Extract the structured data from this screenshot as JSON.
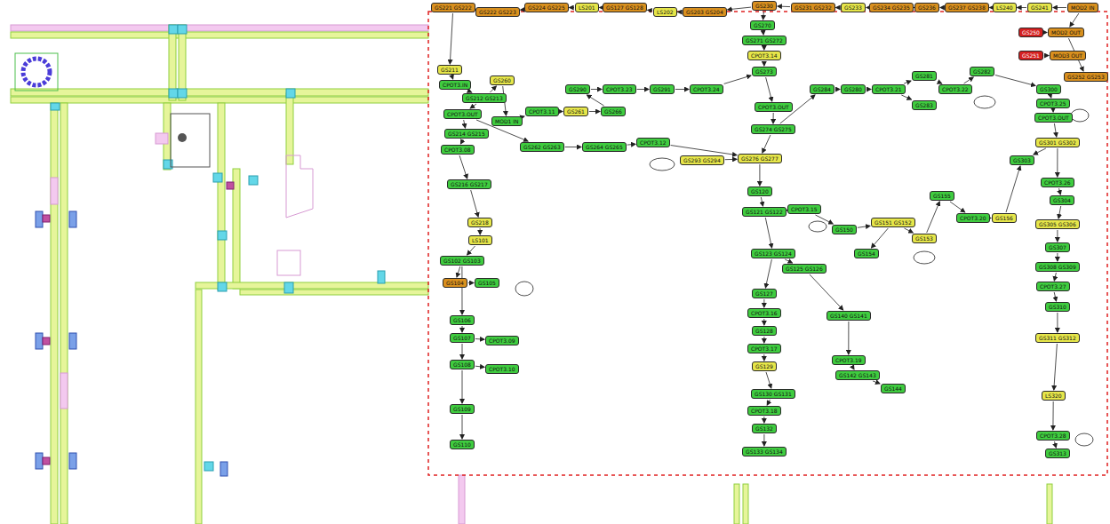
{
  "diagram": {
    "nodes": [
      {
        "text": [
          "GS221 GS222"
        ]
      },
      {
        "text": [
          "GS222 GS223"
        ]
      },
      {
        "text": [
          "GS224 GS225"
        ]
      },
      {
        "text": [
          "LS201"
        ]
      },
      {
        "text": [
          "GS127 GS128"
        ]
      },
      {
        "text": [
          "LS202"
        ]
      },
      {
        "text": [
          "GS203 GS204"
        ]
      },
      {
        "text": [
          "GS230"
        ]
      },
      {
        "text": [
          "GS231 GS232"
        ]
      },
      {
        "text": [
          "GS233"
        ]
      },
      {
        "text": [
          "GS234 GS235"
        ]
      },
      {
        "text": [
          "GS236"
        ]
      },
      {
        "text": [
          "GS237 GS238"
        ]
      },
      {
        "text": [
          "LS240"
        ]
      },
      {
        "text": [
          "GS241"
        ]
      },
      {
        "text": [
          "MOD2 IN"
        ]
      },
      {
        "text": [
          "GS250"
        ]
      },
      {
        "text": [
          "MOD2 OUT"
        ]
      },
      {
        "text": [
          "GS251"
        ]
      },
      {
        "text": [
          "MOD3 OUT"
        ]
      },
      {
        "text": [
          "GS252 GS253"
        ]
      },
      {
        "text": [
          "GS211"
        ]
      },
      {
        "text": [
          "CPOT3.IN"
        ]
      },
      {
        "text": [
          "GS212 GS213"
        ]
      },
      {
        "text": [
          "CPOT3.OUT"
        ]
      },
      {
        "text": [
          "GS214 GS215"
        ]
      },
      {
        "text": [
          "CPOT3.08"
        ]
      },
      {
        "text": [
          "GS216 GS217"
        ]
      },
      {
        "text": [
          "GS218"
        ]
      },
      {
        "text": [
          "LS101"
        ]
      },
      {
        "text": [
          "GS102 GS103"
        ]
      },
      {
        "text": [
          "GS104"
        ]
      },
      {
        "text": [
          "GS105"
        ]
      },
      {
        "text": [
          "GS106"
        ]
      },
      {
        "text": [
          "GS107"
        ]
      },
      {
        "text": [
          "CPOT3.09"
        ]
      },
      {
        "text": [
          "GS108"
        ]
      },
      {
        "text": [
          "CPOT3.10"
        ]
      },
      {
        "text": [
          "GS109"
        ]
      },
      {
        "text": [
          "GS110"
        ]
      },
      {
        "text": [
          "GS260"
        ]
      },
      {
        "text": [
          "MOD1 IN"
        ]
      },
      {
        "text": [
          "CPOT3.11"
        ]
      },
      {
        "text": [
          "GS261"
        ]
      },
      {
        "text": [
          "GS262 GS263"
        ]
      },
      {
        "text": [
          "GS264 GS265"
        ]
      },
      {
        "text": [
          "CPOT3.12"
        ]
      },
      {
        "text": [
          "GS266"
        ]
      },
      {
        "text": [
          "GS270"
        ]
      },
      {
        "text": [
          "GS271 GS272"
        ]
      },
      {
        "text": [
          "CPOT3.14"
        ]
      },
      {
        "text": [
          "GS273"
        ]
      },
      {
        "text": [
          "CPOT3.OUT"
        ]
      },
      {
        "text": [
          "GS274 GS275"
        ]
      },
      {
        "text": [
          "GS276 GS277"
        ]
      },
      {
        "text": [
          "GS120"
        ]
      },
      {
        "text": [
          "GS121 GS122"
        ]
      },
      {
        "text": [
          "CPOT3.15"
        ]
      },
      {
        "text": [
          "GS123 GS124"
        ]
      },
      {
        "text": [
          "GS125 GS126"
        ]
      },
      {
        "text": [
          "GS127"
        ]
      },
      {
        "text": [
          "CPOT3.16"
        ]
      },
      {
        "text": [
          "GS128"
        ]
      },
      {
        "text": [
          "CPOT3.17"
        ]
      },
      {
        "text": [
          "GS129"
        ]
      },
      {
        "text": [
          "GS130 GS131"
        ]
      },
      {
        "text": [
          "CPOT3.18"
        ]
      },
      {
        "text": [
          "GS132"
        ]
      },
      {
        "text": [
          "GS133 GS134"
        ]
      },
      {
        "text": [
          "GS140 GS141"
        ]
      },
      {
        "text": [
          "CPOT3.19"
        ]
      },
      {
        "text": [
          "GS142 GS143"
        ]
      },
      {
        "text": [
          "GS144"
        ]
      },
      {
        "text": [
          "GS150"
        ]
      },
      {
        "text": [
          "GS151 GS152"
        ]
      },
      {
        "text": [
          "GS153"
        ]
      },
      {
        "text": [
          "GS154"
        ]
      },
      {
        "text": [
          "GS155"
        ]
      },
      {
        "text": [
          "CPOT3.20"
        ]
      },
      {
        "text": [
          "GS156"
        ]
      },
      {
        "text": [
          "GS280"
        ]
      },
      {
        "text": [
          "CPOT3.21"
        ]
      },
      {
        "text": [
          "GS281"
        ]
      },
      {
        "text": [
          "CPOT3.22"
        ]
      },
      {
        "text": [
          "GS282"
        ]
      },
      {
        "text": [
          "GS283"
        ]
      },
      {
        "text": [
          "GS284"
        ]
      },
      {
        "text": [
          "GS290"
        ]
      },
      {
        "text": [
          "CPOT3.23"
        ]
      },
      {
        "text": [
          "GS291"
        ]
      },
      {
        "text": [
          "CPOT3.24"
        ]
      },
      {
        "text": [
          "GS293 GS294"
        ]
      },
      {
        "text": [
          "GS300"
        ]
      },
      {
        "text": [
          "CPOT3.25"
        ]
      },
      {
        "text": [
          "CPOT3.OUT"
        ]
      },
      {
        "text": [
          "GS301 GS302"
        ]
      },
      {
        "text": [
          "GS303"
        ]
      },
      {
        "text": [
          "CPOT3.26"
        ]
      },
      {
        "text": [
          "GS304"
        ]
      },
      {
        "text": [
          "GS305 GS306"
        ]
      },
      {
        "text": [
          "GS307"
        ]
      },
      {
        "text": [
          "GS308 GS309"
        ]
      },
      {
        "text": [
          "CPOT3.27"
        ]
      },
      {
        "text": [
          "GS310"
        ]
      },
      {
        "text": [
          "GS311 GS312"
        ]
      },
      {
        "text": [
          "LS320"
        ]
      },
      {
        "text": [
          "CPOT3.28"
        ]
      },
      {
        "text": [
          "GS313"
        ]
      }
    ],
    "edges": [
      {
        "from": 15,
        "to": 14,
        "arrow": "to"
      },
      {
        "from": 14,
        "to": 13,
        "arrow": "to"
      },
      {
        "from": 13,
        "to": 12,
        "arrow": "to"
      },
      {
        "from": 12,
        "to": 11,
        "arrow": "to"
      },
      {
        "from": 11,
        "to": 10,
        "arrow": "to"
      },
      {
        "from": 10,
        "to": 9,
        "arrow": "to"
      },
      {
        "from": 9,
        "to": 8,
        "arrow": "to"
      },
      {
        "from": 8,
        "to": 7,
        "arrow": "to"
      },
      {
        "from": 7,
        "to": 6,
        "arrow": "to"
      },
      {
        "from": 6,
        "to": 5,
        "arrow": "to"
      },
      {
        "from": 5,
        "to": 4,
        "arrow": "to"
      },
      {
        "from": 4,
        "to": 3,
        "arrow": "to"
      },
      {
        "from": 3,
        "to": 2,
        "arrow": "to"
      },
      {
        "from": 2,
        "to": 1,
        "arrow": "to"
      },
      {
        "from": 1,
        "to": 0,
        "arrow": "to"
      },
      {
        "from": 15,
        "to": 17,
        "arrow": "to"
      },
      {
        "from": 16,
        "to": 17,
        "arrow": "to"
      },
      {
        "from": 18,
        "to": 19,
        "arrow": "to"
      },
      {
        "from": 17,
        "to": 20,
        "arrow": "to"
      },
      {
        "from": 0,
        "to": 21,
        "arrow": "to"
      },
      {
        "from": 21,
        "to": 22,
        "arrow": "to"
      },
      {
        "from": 22,
        "to": 23,
        "arrow": "to"
      },
      {
        "from": 23,
        "to": 24,
        "arrow": "to"
      },
      {
        "from": 24,
        "to": 25,
        "arrow": "to"
      },
      {
        "from": 25,
        "to": 26,
        "arrow": "to"
      },
      {
        "from": 26,
        "to": 27,
        "arrow": "to"
      },
      {
        "from": 27,
        "to": 28,
        "arrow": "to"
      },
      {
        "from": 28,
        "to": 29,
        "arrow": "to"
      },
      {
        "from": 29,
        "to": 30,
        "arrow": "to"
      },
      {
        "from": 30,
        "to": 31,
        "arrow": "to"
      },
      {
        "from": 31,
        "to": 32,
        "arrow": "to"
      },
      {
        "from": 30,
        "to": 33,
        "arrow": "to"
      },
      {
        "from": 33,
        "to": 34,
        "arrow": "to"
      },
      {
        "from": 34,
        "to": 35,
        "arrow": "to"
      },
      {
        "from": 34,
        "to": 36,
        "arrow": "to"
      },
      {
        "from": 36,
        "to": 37,
        "arrow": "to"
      },
      {
        "from": 36,
        "to": 38,
        "arrow": "to"
      },
      {
        "from": 38,
        "to": 39,
        "arrow": "to"
      },
      {
        "from": 23,
        "to": 40,
        "arrow": "to"
      },
      {
        "from": 40,
        "to": 41,
        "arrow": "to"
      },
      {
        "from": 41,
        "to": 42,
        "arrow": "to"
      },
      {
        "from": 42,
        "to": 43,
        "arrow": "to"
      },
      {
        "from": 24,
        "to": 44,
        "arrow": "to"
      },
      {
        "from": 44,
        "to": 45,
        "arrow": "to"
      },
      {
        "from": 45,
        "to": 46,
        "arrow": "to"
      },
      {
        "from": 46,
        "to": 54,
        "arrow": "to"
      },
      {
        "from": 43,
        "to": 47,
        "arrow": "to"
      },
      {
        "from": 47,
        "to": 87,
        "arrow": "to"
      },
      {
        "from": 87,
        "to": 88,
        "arrow": "to"
      },
      {
        "from": 88,
        "to": 89,
        "arrow": "to"
      },
      {
        "from": 89,
        "to": 90,
        "arrow": "to"
      },
      {
        "from": 90,
        "to": 51,
        "arrow": "to"
      },
      {
        "from": 91,
        "to": 54,
        "arrow": "to"
      },
      {
        "from": 7,
        "to": 48,
        "arrow": "to"
      },
      {
        "from": 48,
        "to": 49,
        "arrow": "to"
      },
      {
        "from": 49,
        "to": 50,
        "arrow": "to"
      },
      {
        "from": 50,
        "to": 51,
        "arrow": "to"
      },
      {
        "from": 51,
        "to": 52,
        "arrow": "to"
      },
      {
        "from": 52,
        "to": 53,
        "arrow": "to"
      },
      {
        "from": 53,
        "to": 54,
        "arrow": "to"
      },
      {
        "from": 54,
        "to": 55,
        "arrow": "to"
      },
      {
        "from": 55,
        "to": 56,
        "arrow": "to"
      },
      {
        "from": 56,
        "to": 57,
        "arrow": "to"
      },
      {
        "from": 56,
        "to": 58,
        "arrow": "to"
      },
      {
        "from": 58,
        "to": 59,
        "arrow": "to"
      },
      {
        "from": 58,
        "to": 60,
        "arrow": "to"
      },
      {
        "from": 60,
        "to": 61,
        "arrow": "to"
      },
      {
        "from": 61,
        "to": 62,
        "arrow": "to"
      },
      {
        "from": 62,
        "to": 63,
        "arrow": "to"
      },
      {
        "from": 63,
        "to": 64,
        "arrow": "to"
      },
      {
        "from": 64,
        "to": 65,
        "arrow": "to"
      },
      {
        "from": 65,
        "to": 66,
        "arrow": "to"
      },
      {
        "from": 66,
        "to": 67,
        "arrow": "to"
      },
      {
        "from": 67,
        "to": 68,
        "arrow": "to"
      },
      {
        "from": 59,
        "to": 69,
        "arrow": "to"
      },
      {
        "from": 69,
        "to": 70,
        "arrow": "to"
      },
      {
        "from": 70,
        "to": 71,
        "arrow": "to"
      },
      {
        "from": 71,
        "to": 72,
        "arrow": "to"
      },
      {
        "from": 57,
        "to": 73,
        "arrow": "to"
      },
      {
        "from": 73,
        "to": 74,
        "arrow": "to"
      },
      {
        "from": 74,
        "to": 75,
        "arrow": "to"
      },
      {
        "from": 74,
        "to": 76,
        "arrow": "to"
      },
      {
        "from": 75,
        "to": 77,
        "arrow": "to"
      },
      {
        "from": 77,
        "to": 78,
        "arrow": "to"
      },
      {
        "from": 78,
        "to": 79,
        "arrow": "to"
      },
      {
        "from": 79,
        "to": 96,
        "arrow": "to"
      },
      {
        "from": 53,
        "to": 86,
        "arrow": "to"
      },
      {
        "from": 86,
        "to": 80,
        "arrow": "to"
      },
      {
        "from": 80,
        "to": 81,
        "arrow": "to"
      },
      {
        "from": 81,
        "to": 82,
        "arrow": "to"
      },
      {
        "from": 82,
        "to": 83,
        "arrow": "to"
      },
      {
        "from": 83,
        "to": 84,
        "arrow": "to"
      },
      {
        "from": 81,
        "to": 85,
        "arrow": "to"
      },
      {
        "from": 84,
        "to": 92,
        "arrow": "to"
      },
      {
        "from": 92,
        "to": 93,
        "arrow": "to"
      },
      {
        "from": 93,
        "to": 94,
        "arrow": "to"
      },
      {
        "from": 94,
        "to": 95,
        "arrow": "to"
      },
      {
        "from": 95,
        "to": 96,
        "arrow": "to"
      },
      {
        "from": 95,
        "to": 97,
        "arrow": "to"
      },
      {
        "from": 97,
        "to": 98,
        "arrow": "to"
      },
      {
        "from": 98,
        "to": 99,
        "arrow": "to"
      },
      {
        "from": 99,
        "to": 100,
        "arrow": "to"
      },
      {
        "from": 100,
        "to": 101,
        "arrow": "to"
      },
      {
        "from": 101,
        "to": 102,
        "arrow": "to"
      },
      {
        "from": 102,
        "to": 103,
        "arrow": "to"
      },
      {
        "from": 103,
        "to": 104,
        "arrow": "to"
      },
      {
        "from": 104,
        "to": 105,
        "arrow": "to"
      },
      {
        "from": 105,
        "to": 106,
        "arrow": "to"
      },
      {
        "from": 106,
        "to": 107,
        "arrow": "to"
      }
    ]
  }
}
